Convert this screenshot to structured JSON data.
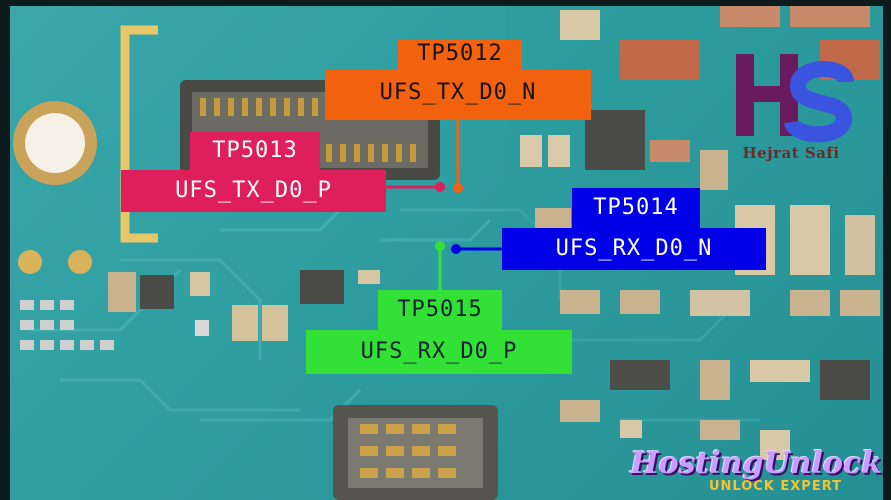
{
  "labels": {
    "tp5012": {
      "id": "TP5012",
      "signal": "UFS_TX_D0_N"
    },
    "tp5013": {
      "id": "TP5013",
      "signal": "UFS_TX_D0_P"
    },
    "tp5014": {
      "id": "TP5014",
      "signal": "UFS_RX_D0_N"
    },
    "tp5015": {
      "id": "TP5015",
      "signal": "UFS_RX_D0_P"
    }
  },
  "logo": {
    "letters": "HS",
    "caption": "Hejrat Safi"
  },
  "brand": {
    "name": "HostingUnlock",
    "tagline": "UNLOCK EXPERT"
  },
  "colors": {
    "board": "#2f9fa2",
    "tag_orange": "#f2620e",
    "tag_pink": "#de1f5c",
    "tag_blue": "#0000e6",
    "tag_green": "#33e035"
  }
}
